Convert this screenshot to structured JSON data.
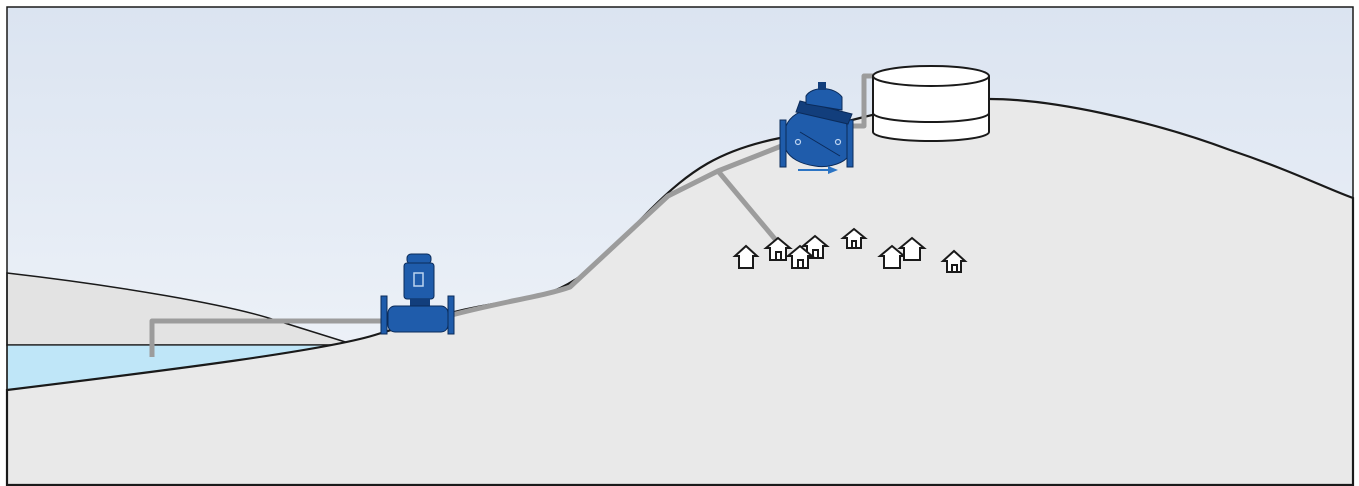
{
  "scene": {
    "components": [
      "reservoir",
      "pump",
      "pipeline",
      "control-valve",
      "storage-tank",
      "houses"
    ],
    "colors": {
      "sky_top": "#dbe4f1",
      "sky_bottom": "#f3f6fa",
      "ground": "#e9e9e9",
      "hill_far": "#e3e3e3",
      "water": "#bfe6f8",
      "pipe": "#9c9c9c",
      "equipment_blue": "#1f5cab",
      "equipment_dark": "#123e7c",
      "flow_arrow": "#2b74c4",
      "outline": "#1a1a1a"
    },
    "houses_count": 8,
    "flow_direction": "right"
  }
}
